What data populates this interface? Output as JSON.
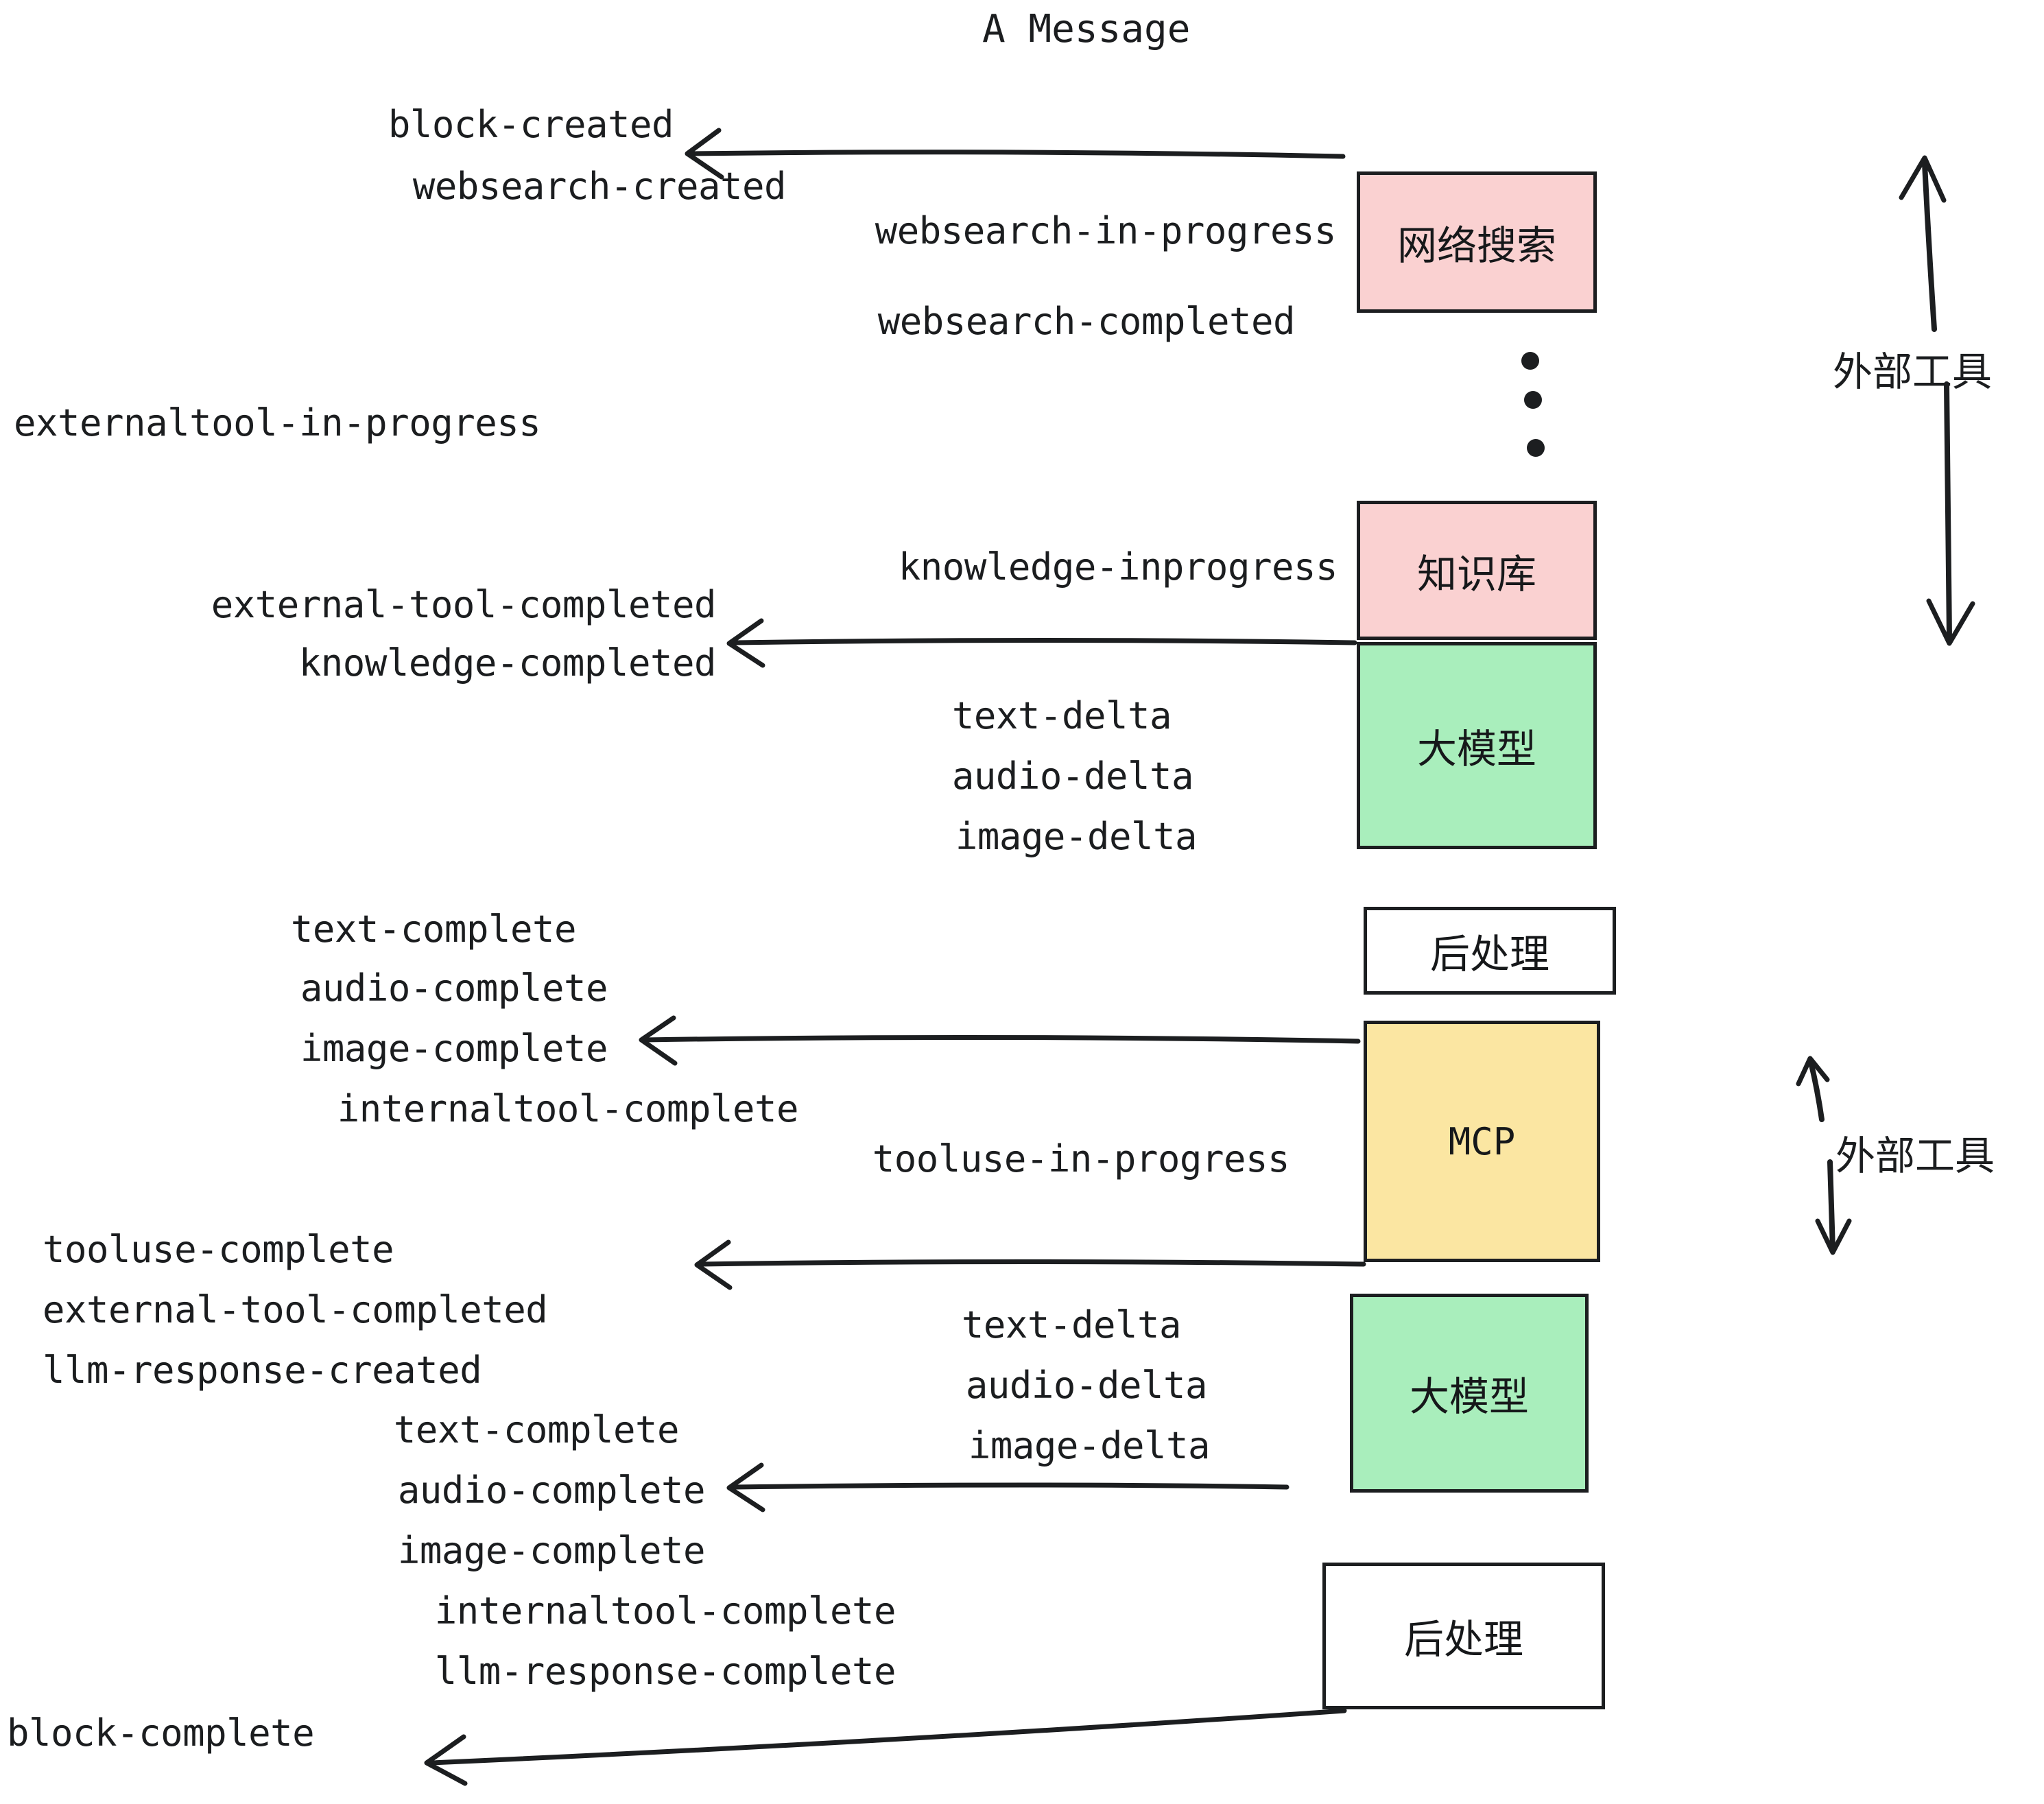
{
  "title": "A Message",
  "colors": {
    "external_tool_fill": "#fad1d1",
    "llm_fill": "#a9eebc",
    "mcp_fill": "#fbe6a2",
    "postprocess_fill": "#ffffff",
    "stroke": "#1c1e20",
    "text": "#16181a",
    "background": "#ffffff"
  },
  "boxes": [
    {
      "id": "websearch",
      "label": "网络搜索",
      "fill": "#fad1d1"
    },
    {
      "id": "knowledgebase",
      "label": "知识库",
      "fill": "#fad1d1"
    },
    {
      "id": "llm-1",
      "label": "大模型",
      "fill": "#a9eebc"
    },
    {
      "id": "postprocess-1",
      "label": "后处理",
      "fill": "#ffffff"
    },
    {
      "id": "mcp",
      "label": "MCP",
      "fill": "#fbe6a2"
    },
    {
      "id": "llm-2",
      "label": "大模型",
      "fill": "#a9eebc"
    },
    {
      "id": "postprocess-2",
      "label": "后处理",
      "fill": "#ffffff"
    }
  ],
  "side_annotations": [
    {
      "id": "external-tool-top",
      "label": "外部工具"
    },
    {
      "id": "external-tool-bottom",
      "label": "外部工具"
    }
  ],
  "events": {
    "block_created": "block-created",
    "websearch_created": "websearch-created",
    "websearch_in_progress": "websearch-in-progress",
    "websearch_completed": "websearch-completed",
    "externaltool_in_progress": "externaltool-in-progress",
    "knowledge_inprogress": "knowledge-inprogress",
    "external_tool_completed_1": "external-tool-completed",
    "knowledge_completed": "knowledge-completed",
    "text_delta_1": "text-delta",
    "audio_delta_1": "audio-delta",
    "image_delta_1": "image-delta",
    "text_complete_1": "text-complete",
    "audio_complete_1": "audio-complete",
    "image_complete_1": "image-complete",
    "internaltool_complete_1": "internaltool-complete",
    "tooluse_in_progress": "tooluse-in-progress",
    "tooluse_complete": "tooluse-complete",
    "external_tool_completed_2": "external-tool-completed",
    "llm_response_created": "llm-response-created",
    "text_delta_2": "text-delta",
    "audio_delta_2": "audio-delta",
    "image_delta_2": "image-delta",
    "text_complete_2": "text-complete",
    "audio_complete_2": "audio-complete",
    "image_complete_2": "image-complete",
    "internaltool_complete_2": "internaltool-complete",
    "llm_response_complete": "llm-response-complete",
    "block_complete": "block-complete"
  }
}
